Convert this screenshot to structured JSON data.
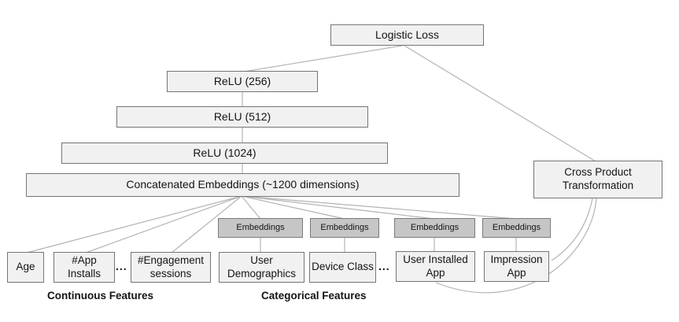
{
  "colors": {
    "background": "#ffffff",
    "box_fill": "#f1f1f1",
    "box_border": "#757575",
    "embedding_fill": "#c6c6c6",
    "embedding_border": "#7a7a7a",
    "wire": "#b3b3b3",
    "text": "#141414"
  },
  "nodes": {
    "logistic_loss": {
      "label": "Logistic Loss"
    },
    "relu_256": {
      "label": "ReLU (256)"
    },
    "relu_512": {
      "label": "ReLU (512)"
    },
    "relu_1024": {
      "label": "ReLU (1024)"
    },
    "concatenated_embeddings": {
      "label": "Concatenated Embeddings (~1200 dimensions)"
    },
    "cross_product_transformation": {
      "label": "Cross Product Transformation"
    },
    "embedding_1": {
      "label": "Embeddings"
    },
    "embedding_2": {
      "label": "Embeddings"
    },
    "embedding_3": {
      "label": "Embeddings"
    },
    "embedding_4": {
      "label": "Embeddings"
    }
  },
  "features": {
    "age": {
      "label": "Age"
    },
    "app_installs": {
      "label": "#App Installs"
    },
    "engagement_sessions": {
      "label": "#Engagement sessions"
    },
    "user_demographics": {
      "label": "User Demographics"
    },
    "device_class": {
      "label": "Device Class"
    },
    "user_installed_app": {
      "label": "User Installed App"
    },
    "impression_app": {
      "label": "Impression App"
    }
  },
  "ellipsis_1": "...",
  "ellipsis_2": "...",
  "group_labels": {
    "continuous": "Continuous Features",
    "categorical": "Categorical Features"
  }
}
